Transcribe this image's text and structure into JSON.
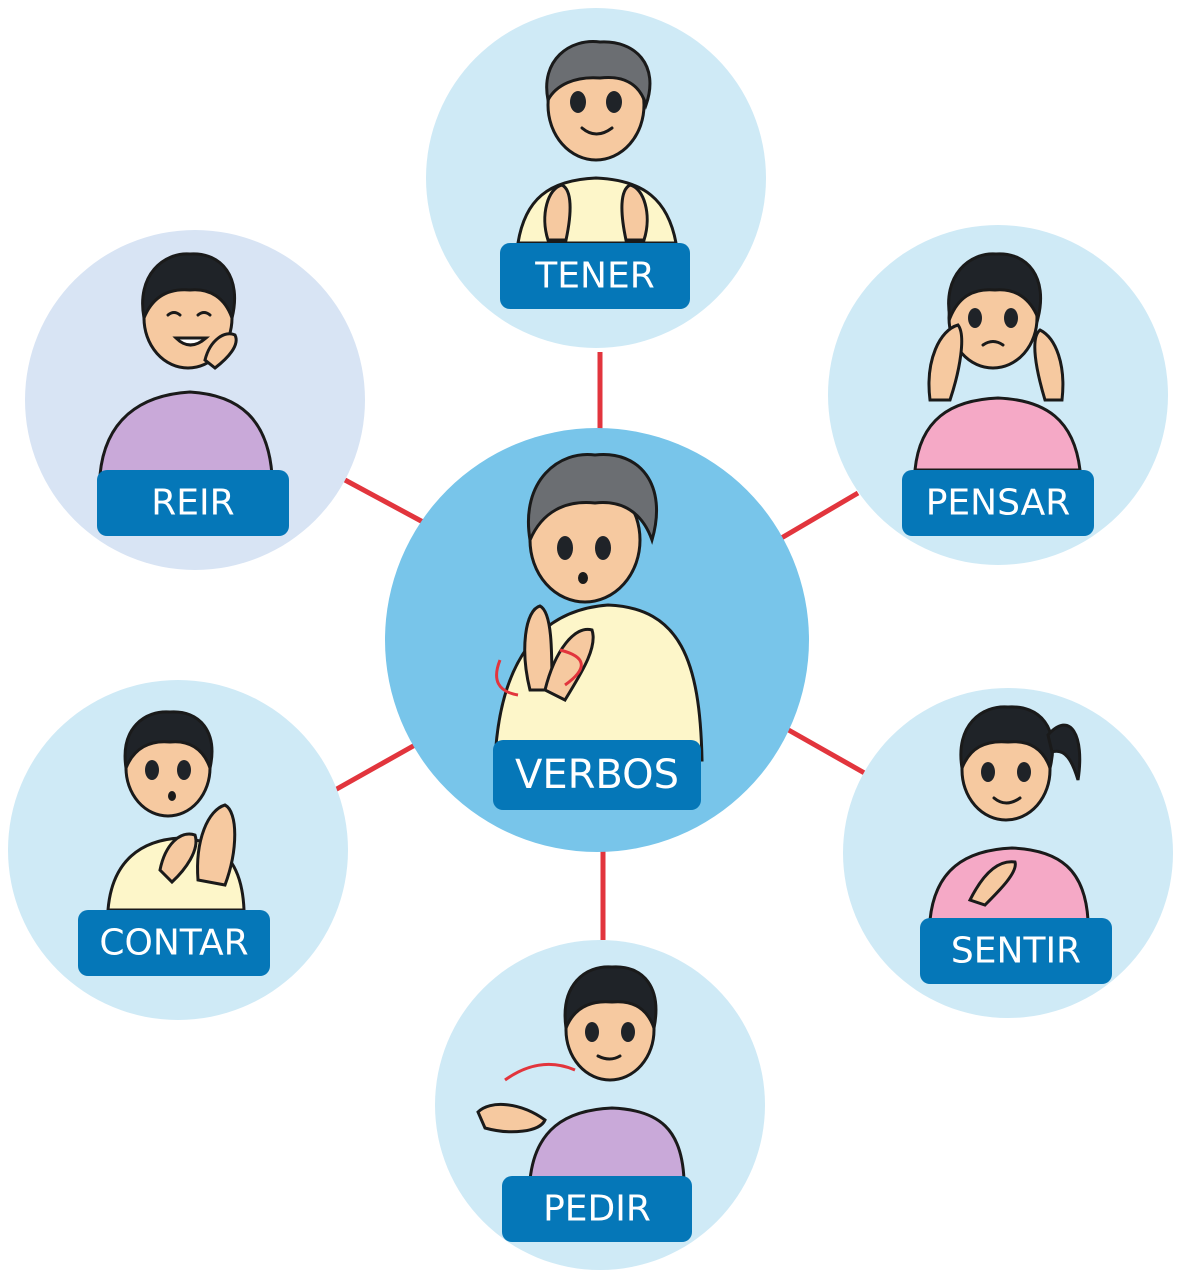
{
  "colors": {
    "node_fill": "#cfeaf6",
    "center_fill": "#78c5ea",
    "connector": "#e2353d",
    "label_bg": "#0577b8",
    "label_text": "#ffffff",
    "shirt_cream": "#fdf6c9",
    "shirt_purple": "#c9a9d9",
    "shirt_pink": "#f5a9c6",
    "skin": "#f6c9a0",
    "hair_gray": "#6b6e72",
    "hair_black": "#1f2328"
  },
  "center": {
    "label": "VERBOS",
    "icon": "boy-signing-verbos-icon"
  },
  "nodes": [
    {
      "id": "tener",
      "label": "TENER",
      "icon": "boy-signing-tener-icon"
    },
    {
      "id": "pensar",
      "label": "PENSAR",
      "icon": "girl-signing-pensar-icon"
    },
    {
      "id": "sentir",
      "label": "SENTIR",
      "icon": "girl-signing-sentir-icon"
    },
    {
      "id": "pedir",
      "label": "PEDIR",
      "icon": "girl-signing-pedir-icon"
    },
    {
      "id": "contar",
      "label": "CONTAR",
      "icon": "boy-signing-contar-icon"
    },
    {
      "id": "reir",
      "label": "REIR",
      "icon": "girl-signing-reir-icon"
    }
  ]
}
